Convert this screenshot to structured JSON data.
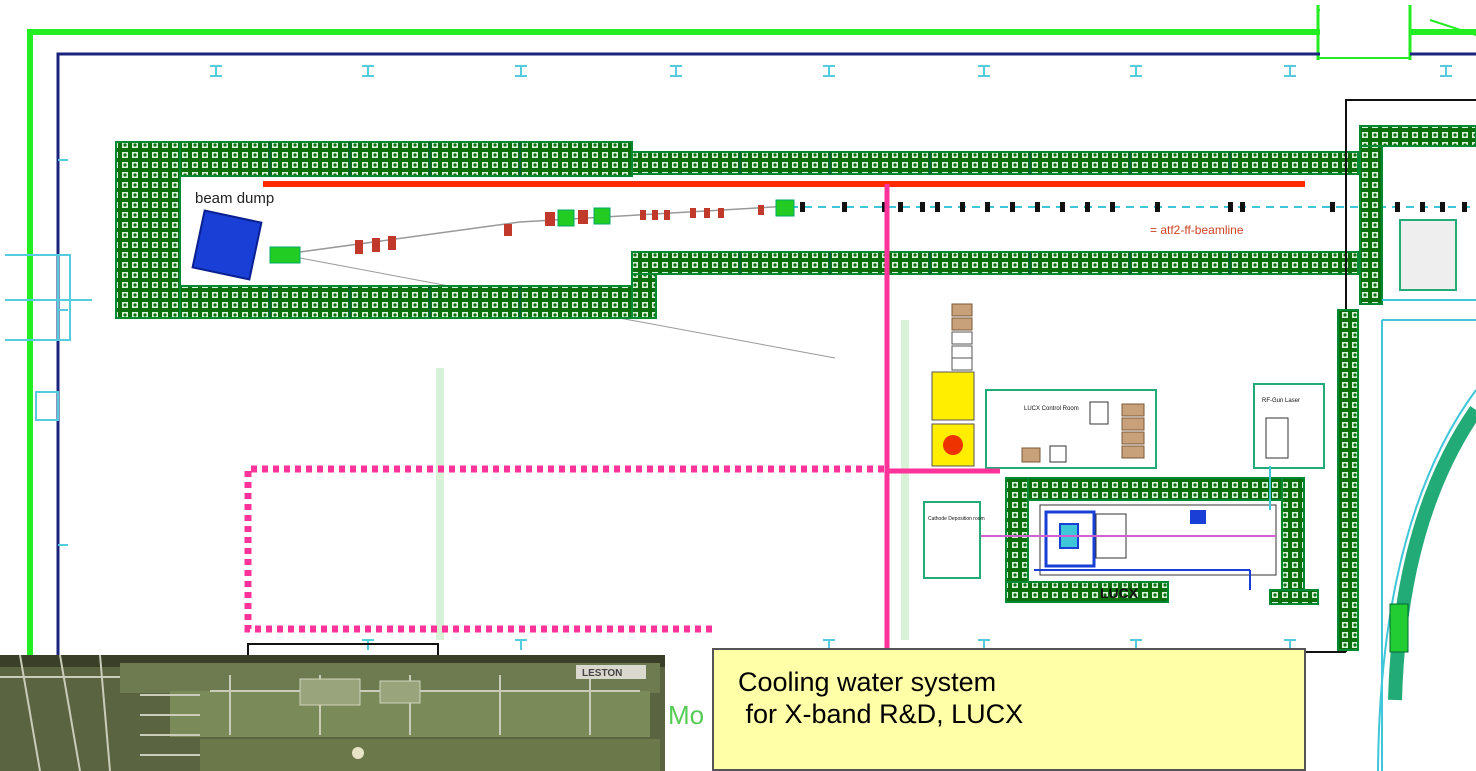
{
  "labels": {
    "beam_dump": "beam dump",
    "beamline": "= atf2-ff-beamline",
    "lucx": "LUCX",
    "lucx_control_room": "LUCX Control Room",
    "rf_gun_laser": "RF-Gun Laser",
    "cathode_room": "Cathode Deposition room",
    "photo_sign": "LESTON",
    "partial_text": "Mo"
  },
  "callout": {
    "line1": "Cooling water system",
    "line2": " for X-band R&D, LUCX"
  },
  "colors": {
    "shield": "#0b7a0b",
    "outer_wall": "#22ee22",
    "inner_wall": "#1a237e",
    "cooling_main": "#ff2a00",
    "cooling_branch": "#ff3399",
    "dotted_area": "#ff3399",
    "callout_bg": "#ffffa8",
    "beam_dump": "#1a3fd6",
    "magnet_green": "#22cc22",
    "magnet_red": "#c0392b"
  }
}
